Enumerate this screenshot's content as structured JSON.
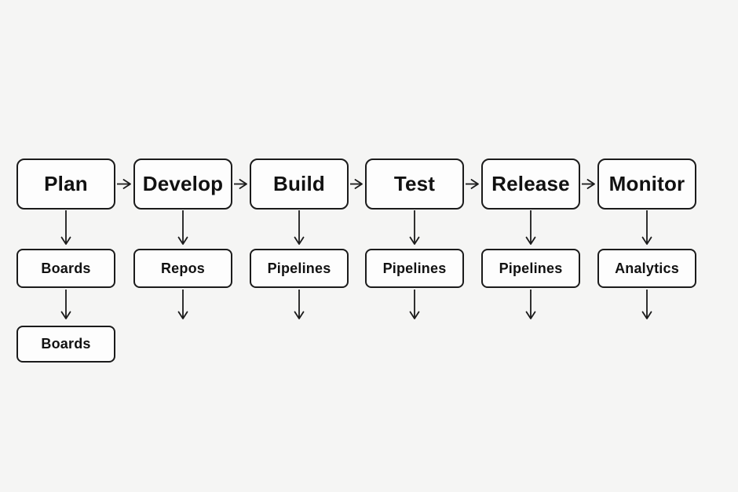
{
  "colors": {
    "background": "#f5f5f4",
    "node_fill": "#fdfdfd",
    "node_border": "#1b1b1b",
    "arrow": "#1b1b1b",
    "text": "#111111"
  },
  "diagram": {
    "type": "flowchart",
    "flow_direction": "left-to-right",
    "columns": [
      {
        "stage": "Plan",
        "tool": "Boards",
        "extra": "Boards"
      },
      {
        "stage": "Develop",
        "tool": "Repos"
      },
      {
        "stage": "Build",
        "tool": "Pipelines"
      },
      {
        "stage": "Test",
        "tool": "Pipelines"
      },
      {
        "stage": "Release",
        "tool": "Pipelines"
      },
      {
        "stage": "Monitor",
        "tool": "Analytics"
      }
    ]
  }
}
